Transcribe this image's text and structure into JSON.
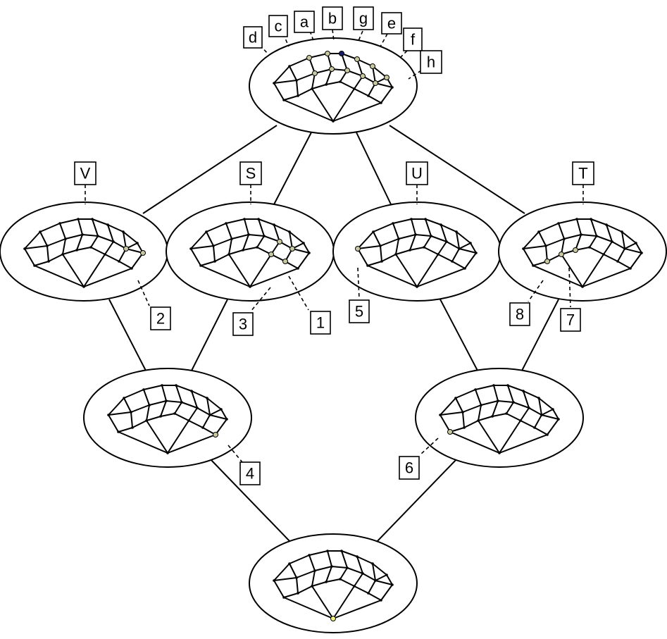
{
  "diagram": {
    "colors": {
      "stroke": "#000000",
      "background": "#ffffff",
      "marker_fill": "#c8c8a0",
      "apex_marker": "#1a1a66",
      "bottom_marker": "#f0f080"
    },
    "nodes": [
      {
        "id": "top"
      },
      {
        "id": "V"
      },
      {
        "id": "S"
      },
      {
        "id": "U"
      },
      {
        "id": "T"
      },
      {
        "id": "left-mid"
      },
      {
        "id": "right-mid"
      },
      {
        "id": "bottom"
      }
    ],
    "edges": [
      [
        "top",
        "V"
      ],
      [
        "top",
        "S"
      ],
      [
        "top",
        "U"
      ],
      [
        "top",
        "T"
      ],
      [
        "V",
        "left-mid"
      ],
      [
        "S",
        "left-mid"
      ],
      [
        "U",
        "right-mid"
      ],
      [
        "T",
        "right-mid"
      ],
      [
        "left-mid",
        "bottom"
      ],
      [
        "right-mid",
        "bottom"
      ]
    ],
    "labels": {
      "top": [
        "d",
        "c",
        "a",
        "b",
        "g",
        "e",
        "f",
        "h"
      ],
      "V": "V",
      "S": "S",
      "U": "U",
      "T": "T",
      "n1": "1",
      "n2": "2",
      "n3": "3",
      "n4": "4",
      "n5": "5",
      "n6": "6",
      "n7": "7",
      "n8": "8"
    }
  }
}
